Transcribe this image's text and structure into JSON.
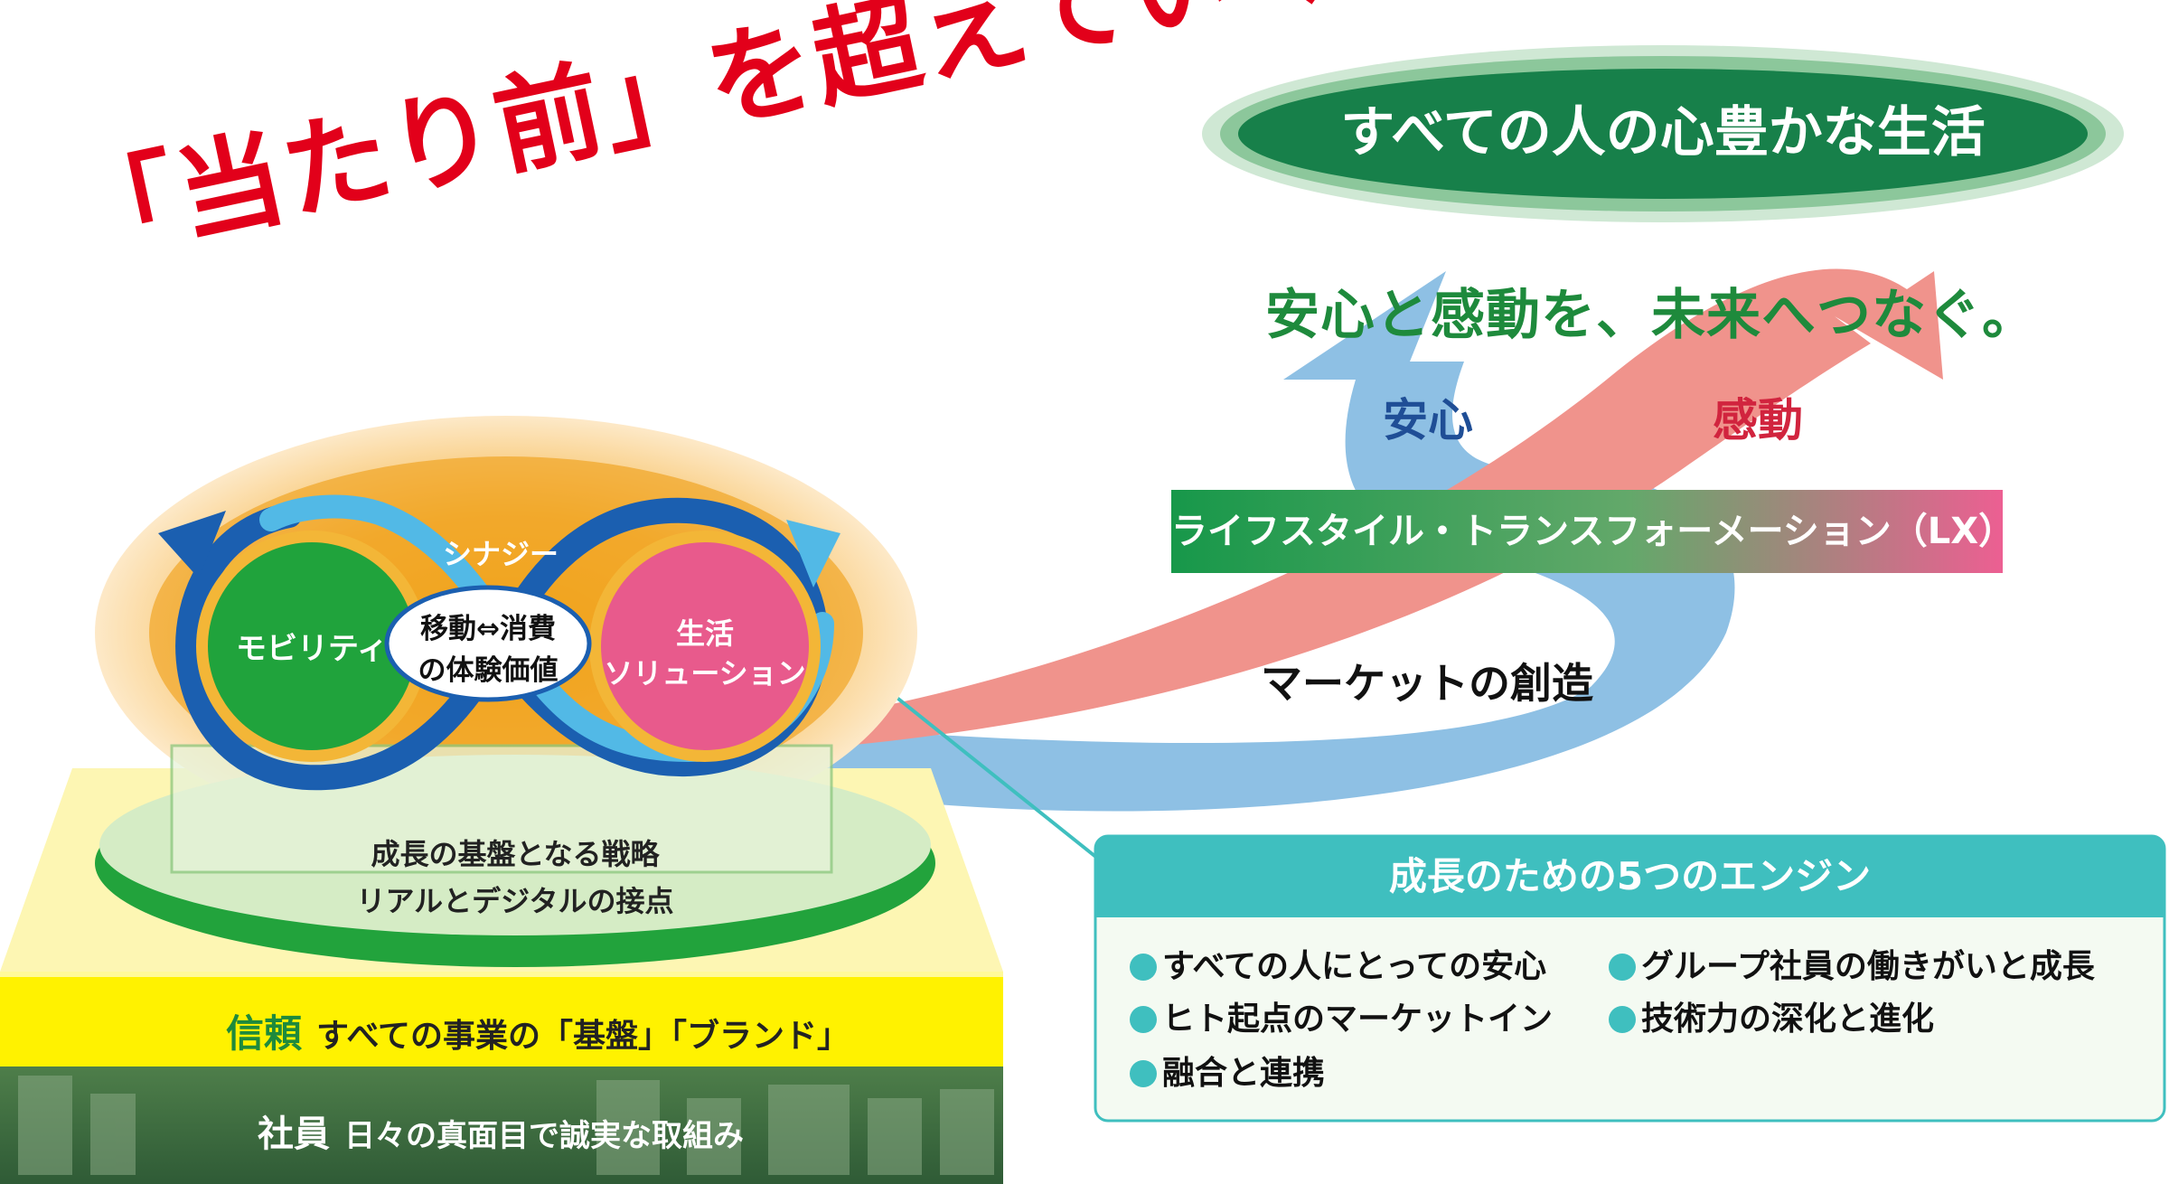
{
  "headline": "「当たり前」を超えていく。",
  "goal": "すべての人の心豊かな生活",
  "tagline": "安心と感動を、未来へつなぐ。",
  "arrows": {
    "anshin": "安心",
    "kandou": "感動"
  },
  "lx_bar": "ライフスタイル・トランスフォーメーション（LX）",
  "market": "マーケットの創造",
  "synergy": {
    "label": "シナジー",
    "left": "モビリティ",
    "center_line1": "移動⇔消費",
    "center_line2": "の体験価値",
    "right_line1": "生活",
    "right_line2": "ソリューション"
  },
  "strategy": {
    "line1": "成長の基盤となる戦略",
    "line2": "リアルとデジタルの接点"
  },
  "trust": {
    "label": "信頼",
    "text": "すべての事業の「基盤」「ブランド」"
  },
  "employees": {
    "label": "社員",
    "text": "日々の真面目で誠実な取組み"
  },
  "engines": {
    "title": "成長のための5つのエンジン",
    "items": [
      "すべての人にとっての安心",
      "グループ社員の働きがいと成長",
      "ヒト起点のマーケットイン",
      "技術力の深化と進化",
      "融合と連携"
    ]
  },
  "colors": {
    "red": "#e2001a",
    "green": "#1e8a3c",
    "blue_arrow": "#8ec0e4",
    "pink_arrow": "#f0938c",
    "teal": "#3fbfbf",
    "magenta": "#e85a8c",
    "yellow": "#fff200"
  }
}
